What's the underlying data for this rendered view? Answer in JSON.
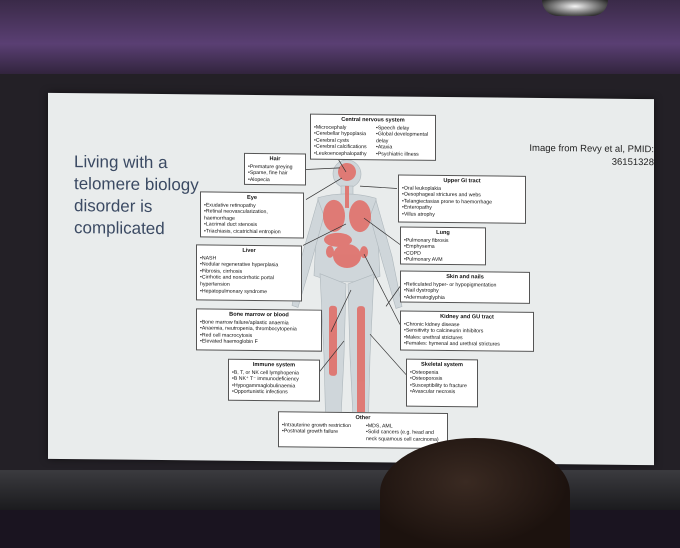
{
  "slide": {
    "title": "Living with a telomere biology disorder is complicated",
    "credit": "Image from Revy et al, PMID: 36151328"
  },
  "panels": {
    "cns": {
      "title": "Central nervous system",
      "col1": [
        "Microcephaly",
        "Cerebellar hypoplasia",
        "Cerebral cysts",
        "Cerebral calcifications",
        "Leukoencephalopathy"
      ],
      "col2": [
        "Speech delay",
        "Global developmental delay",
        "Ataxia",
        "Psychiatric illness"
      ]
    },
    "hair": {
      "title": "Hair",
      "items": [
        "Premature greying",
        "Sparse, fine hair",
        "Alopecia"
      ]
    },
    "eye": {
      "title": "Eye",
      "items": [
        "Exudative retinopathy",
        "Retinal neovascularization, haemorrhage",
        "Lacrimal duct stenosis",
        "Triachiasis, cicatrichial entropion"
      ]
    },
    "liver": {
      "title": "Liver",
      "items": [
        "NASH",
        "Nodular regenerative hyperplasia",
        "Fibrosis, cirrhosis",
        "Cirrhotic and noncirrhotic portal hypertension",
        "Hepatopulmonary syndrome"
      ]
    },
    "bone_marrow": {
      "title": "Bone marrow or blood",
      "items": [
        "Bone marrow failure/aplastic anaemia",
        "Anaemia, neutropenia, thrombocytopenia",
        "Red cell macrocytosis",
        "Elevated haemoglobin F"
      ]
    },
    "immune": {
      "title": "Immune system",
      "items": [
        "B, T, or NK cell lymphopenia",
        "B NK⁺ T⁻ immunodeficiency",
        "Hypogammaglobulinaemia",
        "Opportunistic infections"
      ]
    },
    "upper_gi": {
      "title": "Upper GI tract",
      "items": [
        "Oral leukoplakia",
        "Oesophageal strictures and webs",
        "Telangiectasias prone to haemorrhage",
        "Enteropathy",
        "Villus atrophy"
      ]
    },
    "lung": {
      "title": "Lung",
      "items": [
        "Pulmonary fibrosis",
        "Emphysema",
        "COPD",
        "Pulmonary AVM"
      ]
    },
    "skin": {
      "title": "Skin and nails",
      "items": [
        "Reticulated hyper- or hypopigmentation",
        "Nail dystrophy",
        "Adermatoglyphia"
      ]
    },
    "kidney": {
      "title": "Kidney and GU tract",
      "items": [
        "Chronic kidney disease",
        "Sensitivity to calcineurin inhibitors",
        "Males: urethral strictures",
        "Females: hymenal and urethral strictures"
      ]
    },
    "skeletal": {
      "title": "Skeletal system",
      "items": [
        "Osteopenia",
        "Osteoporosis",
        "Susceptibility to fracture",
        "Avascular necrosis"
      ]
    },
    "other": {
      "title": "Other",
      "col1": [
        "Intrauterine growth restriction",
        "Postnatal growth failure"
      ],
      "col2": [
        "MDS, AML",
        "Solid cancers (e.g. head and neck squamous cell carcinoma)"
      ]
    }
  },
  "colors": {
    "slide_bg": "#e9ecec",
    "title": "#3b4a63",
    "organ": "#e0706a",
    "body": "#cfd6da"
  }
}
